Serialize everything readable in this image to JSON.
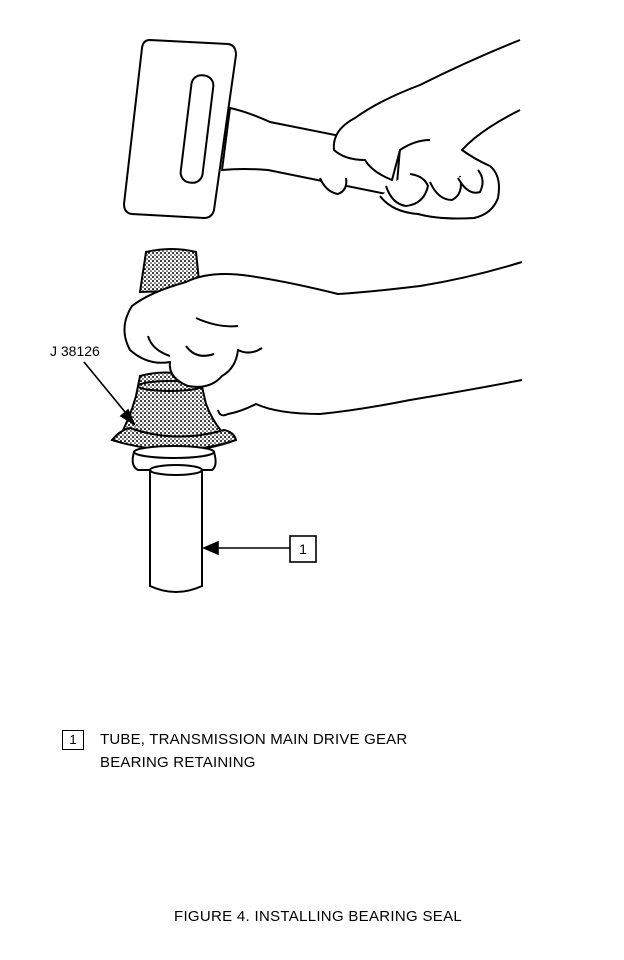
{
  "diagram": {
    "tool_label": "J 38126",
    "callout_number": "1"
  },
  "legend": {
    "number": "1",
    "line1": "TUBE, TRANSMISSION MAIN DRIVE GEAR",
    "line2": "BEARING RETAINING"
  },
  "caption": "FIGURE 4. INSTALLING BEARING SEAL"
}
